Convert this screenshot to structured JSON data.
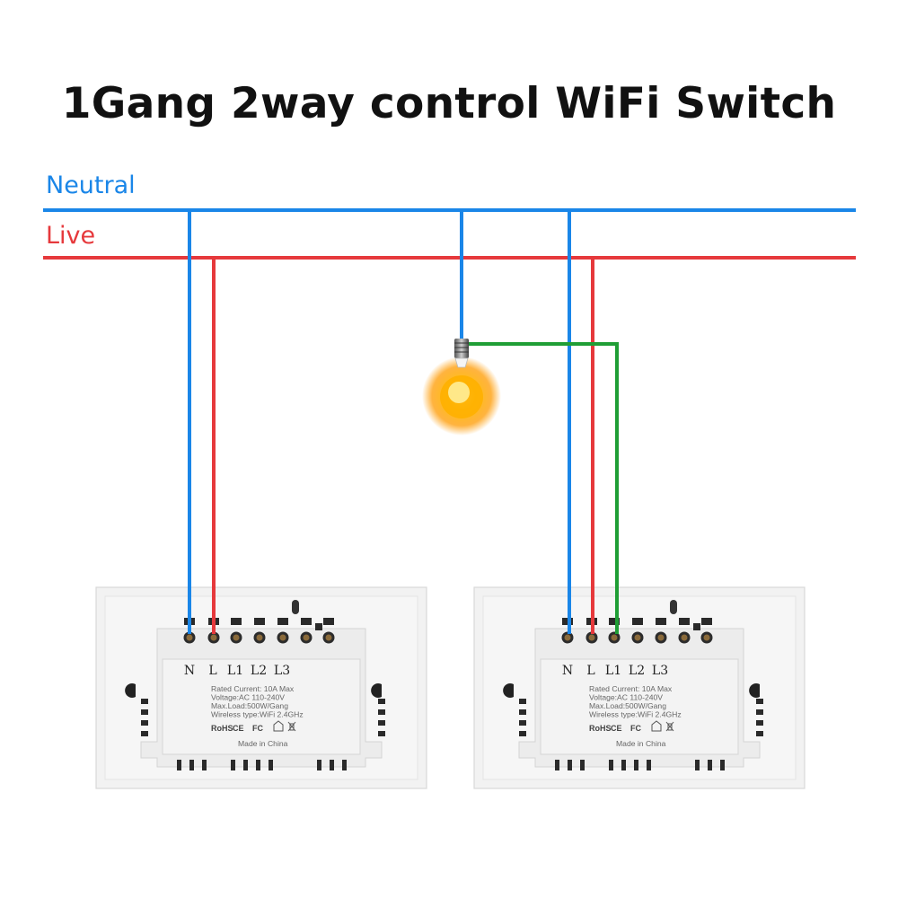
{
  "title": "1Gang 2way control WiFi Switch",
  "wires": {
    "neutral": {
      "label": "Neutral",
      "color": "#1a86e8"
    },
    "live": {
      "label": "Live",
      "color": "#e6393c"
    },
    "load": {
      "color": "#1f9e35"
    }
  },
  "switches": [
    {
      "terminals": [
        "N",
        "L",
        "L1",
        "L2",
        "L3"
      ],
      "specs": [
        "Rated Current: 10A Max",
        "Voltage:AC 110-240V",
        "Max.Load:500W/Gang",
        "Wireless type:WiFi 2.4GHz"
      ],
      "marks": [
        "RoHS",
        "CE",
        "FC"
      ],
      "origin": "Made in China"
    },
    {
      "terminals": [
        "N",
        "L",
        "L1",
        "L2",
        "L3"
      ],
      "specs": [
        "Rated Current: 10A Max",
        "Voltage:AC 110-240V",
        "Max.Load:500W/Gang",
        "Wireless type:WiFi 2.4GHz"
      ],
      "marks": [
        "RoHS",
        "CE",
        "FC"
      ],
      "origin": "Made in China"
    }
  ],
  "bulb": {
    "icon": "light-bulb-icon",
    "glow_color": "#ffb300"
  }
}
